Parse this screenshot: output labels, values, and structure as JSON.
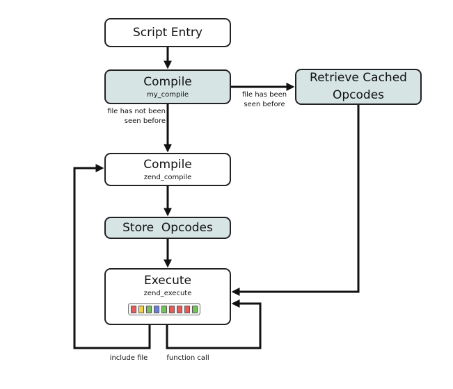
{
  "nodes": {
    "script_entry": {
      "title": "Script Entry"
    },
    "compile_cached": {
      "title": "Compile",
      "subtitle": "my_compile"
    },
    "retrieve": {
      "title_line1": "Retrieve Cached",
      "title_line2": "Opcodes"
    },
    "compile_zend": {
      "title": "Compile",
      "subtitle": "zend_compile"
    },
    "store": {
      "title": "Store  Opcodes"
    },
    "execute": {
      "title": "Execute",
      "subtitle": "zend_execute"
    }
  },
  "edge_labels": {
    "not_seen_line1": "file has not been",
    "not_seen_line2": "seen before",
    "seen_line1": "file has been",
    "seen_line2": "seen before",
    "include_file": "include file",
    "function_call": "function call"
  },
  "opcode_cells": [
    "#e85b5b",
    "#f2d24a",
    "#76c25a",
    "#6a7fd8",
    "#76c25a",
    "#e85b5b",
    "#e85b5b",
    "#e85b5b",
    "#76c25a"
  ],
  "colors": {
    "shaded_box": "#d6e4e4",
    "line": "#111111"
  }
}
